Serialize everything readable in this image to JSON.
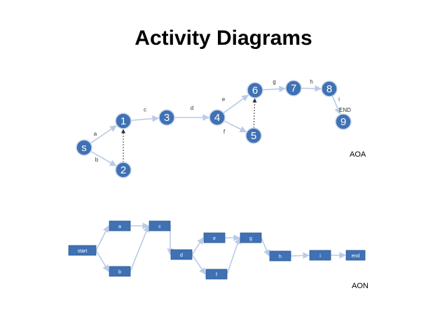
{
  "title": "Activity Diagrams",
  "aoa": {
    "tag": "AOA",
    "nodes": [
      {
        "id": "s",
        "label": "s"
      },
      {
        "id": "n1",
        "label": "1"
      },
      {
        "id": "n2",
        "label": "2"
      },
      {
        "id": "n3",
        "label": "3"
      },
      {
        "id": "n4",
        "label": "4"
      },
      {
        "id": "n5",
        "label": "5"
      },
      {
        "id": "n6",
        "label": "6"
      },
      {
        "id": "n7",
        "label": "7"
      },
      {
        "id": "n8",
        "label": "8"
      },
      {
        "id": "n9",
        "label": "9"
      }
    ],
    "edges": [
      {
        "from": "s",
        "to": "n1",
        "label": "a"
      },
      {
        "from": "s",
        "to": "n2",
        "label": "b"
      },
      {
        "from": "n1",
        "to": "n3",
        "label": "c"
      },
      {
        "from": "n3",
        "to": "n4",
        "label": "d"
      },
      {
        "from": "n4",
        "to": "n6",
        "label": "e"
      },
      {
        "from": "n4",
        "to": "n5",
        "label": "f"
      },
      {
        "from": "n6",
        "to": "n7",
        "label": "g"
      },
      {
        "from": "n7",
        "to": "n8",
        "label": "h"
      },
      {
        "from": "n8",
        "to": "n9",
        "label": "i"
      }
    ],
    "dummy_edges": [
      {
        "from": "n2",
        "to": "n1"
      },
      {
        "from": "n5",
        "to": "n6"
      }
    ],
    "end_label": "END"
  },
  "aon": {
    "tag": "AON",
    "nodes": [
      {
        "id": "start",
        "label": "start"
      },
      {
        "id": "a",
        "label": "a"
      },
      {
        "id": "b",
        "label": "b"
      },
      {
        "id": "c",
        "label": "c"
      },
      {
        "id": "d",
        "label": "d"
      },
      {
        "id": "e",
        "label": "e"
      },
      {
        "id": "f",
        "label": "f"
      },
      {
        "id": "g",
        "label": "g"
      },
      {
        "id": "h",
        "label": "h"
      },
      {
        "id": "i",
        "label": "i"
      },
      {
        "id": "end",
        "label": "end"
      }
    ],
    "edges": [
      {
        "from": "start",
        "to": "a"
      },
      {
        "from": "start",
        "to": "b"
      },
      {
        "from": "a",
        "to": "c"
      },
      {
        "from": "b",
        "to": "c"
      },
      {
        "from": "c",
        "to": "d"
      },
      {
        "from": "d",
        "to": "e"
      },
      {
        "from": "d",
        "to": "f"
      },
      {
        "from": "e",
        "to": "g"
      },
      {
        "from": "f",
        "to": "g"
      },
      {
        "from": "g",
        "to": "h"
      },
      {
        "from": "h",
        "to": "i"
      },
      {
        "from": "i",
        "to": "end"
      }
    ]
  },
  "colors": {
    "node_fill": "#3f71b4",
    "edge": "#b9cbe6",
    "dummy_edge": "#333333"
  }
}
